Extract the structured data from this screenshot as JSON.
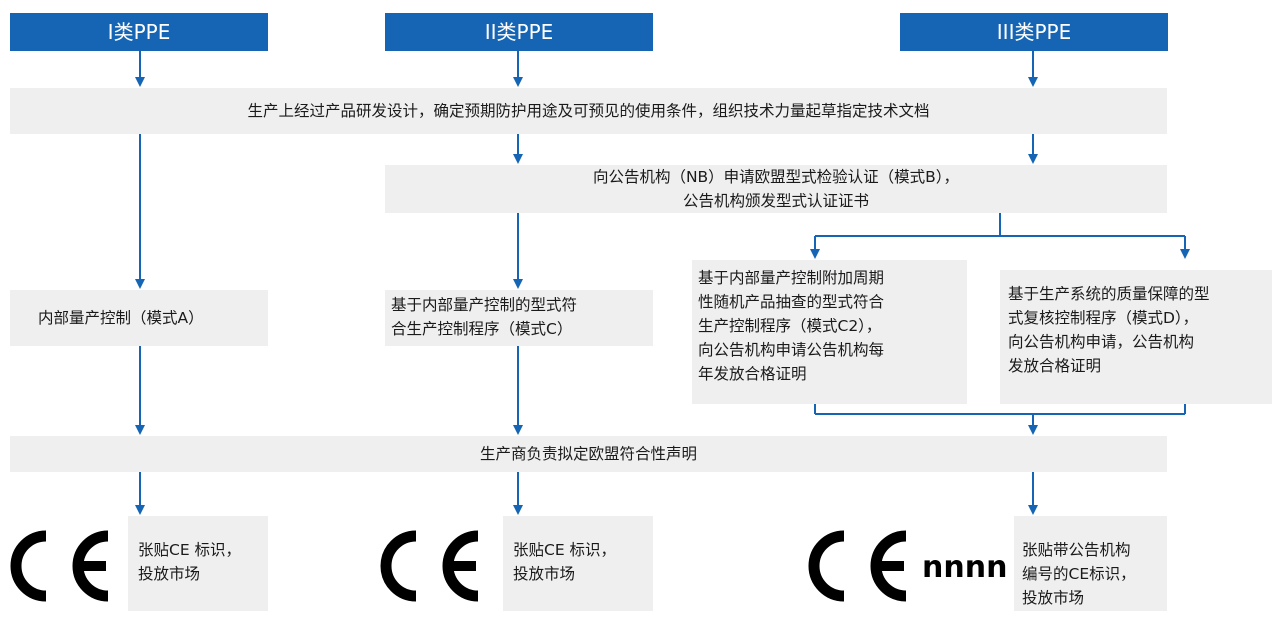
{
  "headers": [
    "I类PPE",
    "II类PPE",
    "III类PPE"
  ],
  "step_common": "生产上经过产品研发设计，确定预期防护用途及可预见的使用条件，组织技术力量起草指定技术文档",
  "step_nb": "向公告机构（NB）申请欧盟型式检验认证（模式B），\n公告机构颁发型式认证证书",
  "module_a": "内部量产控制（模式A）",
  "module_c": "基于内部量产控制的型式符\n合生产控制程序（模式C）",
  "module_c2": "基于内部量产控制附加周期\n性随机产品抽查的型式符合\n生产控制程序（模式C2），\n向公告机构申请公告机构每\n年发放合格证明",
  "module_d": "基于生产系统的质量保障的型\n式复核控制程序（模式D），\n向公告机构申请，公告机构\n发放合格证明",
  "declaration": "生产商负责拟定欧盟符合性声明",
  "ce_marking": [
    "张贴CE 标识，\n投放市场",
    "张贴CE 标识，\n投放市场",
    "张贴带公告机构\n编号的CE标识，\n投放市场"
  ],
  "nb_number": "nnnn",
  "colors": {
    "header": "#1565b4",
    "arrow": "#1565b4",
    "box": "#efefef"
  }
}
